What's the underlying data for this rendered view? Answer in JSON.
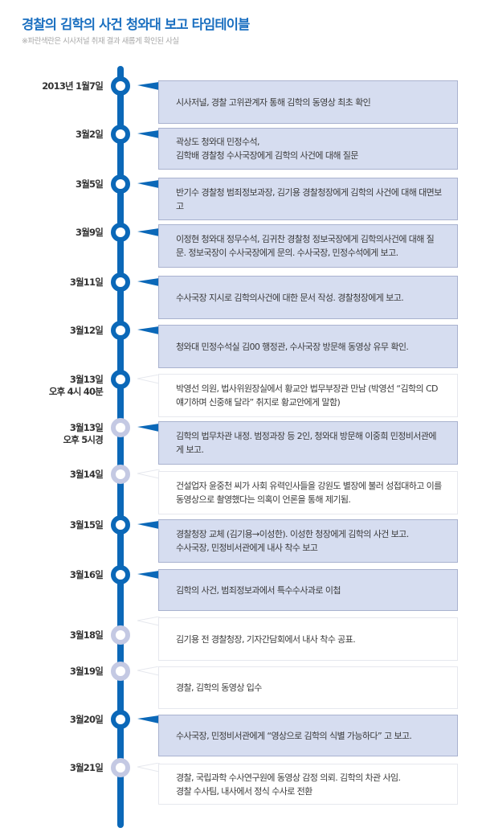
{
  "header": {
    "title": "경찰의 김학의 사건 청와대 보고 타임테이블",
    "note": "※파란색란은 시사저널 취재 결과 새롭게 확인된 사실"
  },
  "colors": {
    "timeline_blue": "#0b68b8",
    "node_light": "#c4c9e3",
    "box_blue_fill": "#d6ddf0",
    "box_blue_border": "#a9b2cf",
    "title_blue": "#1a6fc0"
  },
  "events": [
    {
      "date": "2013년 1월7일",
      "time": "",
      "node": "dark",
      "box": "blue",
      "text": "시사저널, 경찰 고위관계자 통해 김학의 동영상 최초 확인"
    },
    {
      "date": "3월2일",
      "time": "",
      "node": "dark",
      "box": "blue",
      "text": "곽상도 청와대 민정수석,\n김학배 경찰청 수사국장에게  김학의 사건에 대해 질문"
    },
    {
      "date": "3월5일",
      "time": "",
      "node": "dark",
      "box": "blue",
      "text": "반기수 경찰청 범죄정보과장, 김기용 경찰청장에게 김학의 사건에 대해 대면보고"
    },
    {
      "date": "3월9일",
      "time": "",
      "node": "dark",
      "box": "blue",
      "text": "이정현 청와대 정무수석, 김귀찬 경찰청 정보국장에게 김학의사건에 대해 질문. 정보국장이 수사국장에게 문의. 수사국장, 민정수석에게 보고."
    },
    {
      "date": "3월11일",
      "time": "",
      "node": "dark",
      "box": "blue",
      "text": "수사국장 지시로 김학의사건에 대한 문서 작성. 경찰청장에게 보고."
    },
    {
      "date": "3월12일",
      "time": "",
      "node": "dark",
      "box": "blue",
      "text": "청와대 민정수석실 김00 행정관, 수사국장 방문해 동영상 유무 확인."
    },
    {
      "date": "3월13일",
      "time": "오후 4시 40분",
      "node": "dark",
      "box": "white",
      "text": "박영선 의원, 법사위원장실에서 황교안 법무부장관 만남 (박영선 “김학의 CD 얘기하며 신중해 달라” 취지로 황교안에게 말함)"
    },
    {
      "date": "3월13일",
      "time": "오후 5시경",
      "node": "light",
      "box": "blue",
      "text": "김학의 법무차관 내정. 범정과장 등 2인, 청와대 방문해 이중희 민정비서관에게 보고."
    },
    {
      "date": "3월14일",
      "time": "",
      "node": "light",
      "box": "white",
      "text": "건설업자 윤중천 씨가 사회 유력인사들을 강원도 별장에 불러 성접대하고 이를 동영상으로 촬영했다는 의혹이 언론을 통해 제기됨."
    },
    {
      "date": "3월15일",
      "time": "",
      "node": "dark",
      "box": "blue",
      "text": "경찰청장 교체 (김기용→이성한). 이성한 청장에게 김학의 사건 보고.\n수사국장, 민정비서관에게 내사 착수 보고"
    },
    {
      "date": "3월16일",
      "time": "",
      "node": "dark",
      "box": "blue",
      "text": "김학의 사건, 범죄정보과에서 특수수사과로 이첩"
    },
    {
      "date": "3월18일",
      "time": "",
      "node": "light",
      "box": "white",
      "text": "김기용 전 경찰청장, 기자간담회에서 내사 착수 공표."
    },
    {
      "date": "3월19일",
      "time": "",
      "node": "light",
      "box": "white",
      "text": "경찰, 김학의 동영상 입수"
    },
    {
      "date": "3월20일",
      "time": "",
      "node": "dark",
      "box": "blue",
      "text": "수사국장, 민정비서관에게 “영상으로 김학의 식별 가능하다” 고 보고."
    },
    {
      "date": "3월21일",
      "time": "",
      "node": "light",
      "box": "white",
      "text": "경찰, 국립과학 수사연구원에 동영상 감정 의뢰. 김학의 차관 사임.\n경찰 수사팀, 내사에서 정식 수사로 전환"
    }
  ]
}
